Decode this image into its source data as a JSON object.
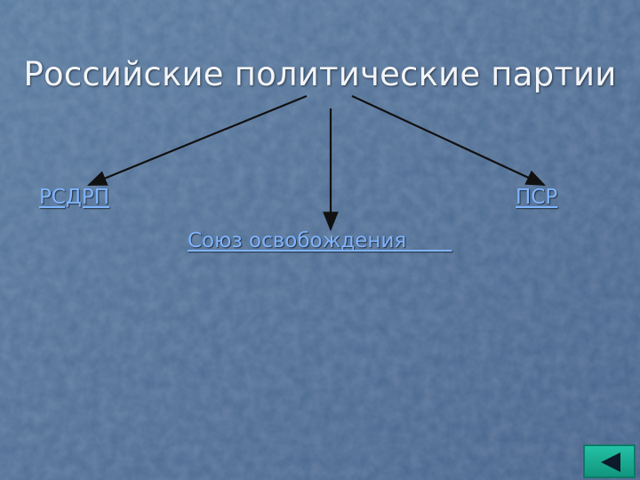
{
  "slide": {
    "title": "Российские политические партии",
    "links": {
      "rsdrp": "РСДРП",
      "psr": "ПСР",
      "soyuz": "Союз освобождения       "
    }
  },
  "nav": {
    "back_icon": "triangle-left-icon"
  },
  "colors": {
    "background": "#4e6c90",
    "link": "#7fb4ff",
    "nav_button": "#1fb79c"
  }
}
